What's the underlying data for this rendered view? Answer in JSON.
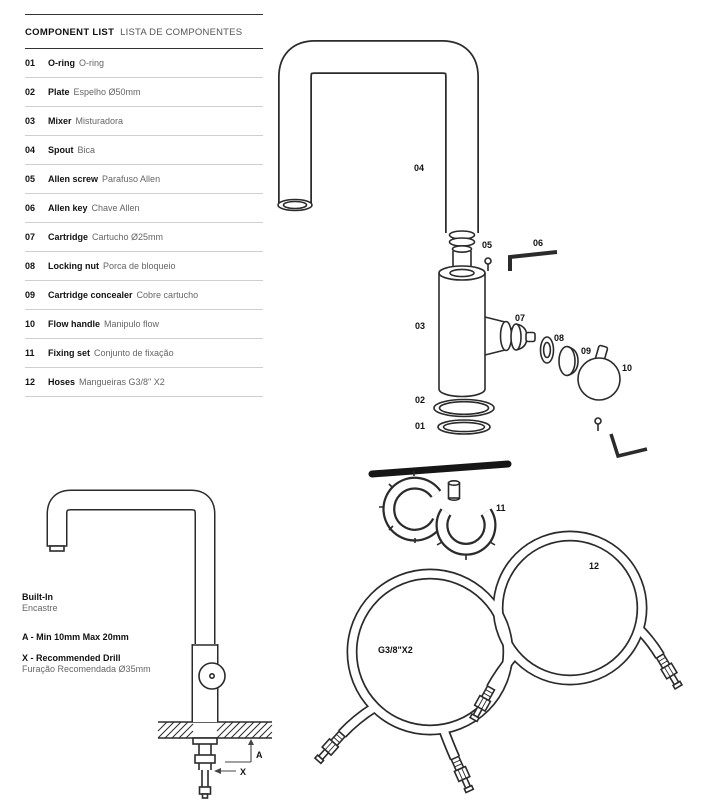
{
  "component_list": {
    "title_en": "COMPONENT LIST",
    "title_pt": "LISTA DE COMPONENTES",
    "items": [
      {
        "num": "01",
        "name_en": "O-ring",
        "name_pt": "O-ring"
      },
      {
        "num": "02",
        "name_en": "Plate",
        "name_pt": "Espelho Ø50mm"
      },
      {
        "num": "03",
        "name_en": "Mixer",
        "name_pt": "Misturadora"
      },
      {
        "num": "04",
        "name_en": "Spout",
        "name_pt": "Bica"
      },
      {
        "num": "05",
        "name_en": "Allen screw",
        "name_pt": "Parafuso Allen"
      },
      {
        "num": "06",
        "name_en": "Allen key",
        "name_pt": "Chave Allen"
      },
      {
        "num": "07",
        "name_en": "Cartridge",
        "name_pt": "Cartucho Ø25mm"
      },
      {
        "num": "08",
        "name_en": "Locking nut",
        "name_pt": "Porca de bloqueio"
      },
      {
        "num": "09",
        "name_en": "Cartridge concealer",
        "name_pt": "Cobre cartucho"
      },
      {
        "num": "10",
        "name_en": "Flow handle",
        "name_pt": "Manipulo flow"
      },
      {
        "num": "11",
        "name_en": "Fixing set",
        "name_pt": "Conjunto de fixação"
      },
      {
        "num": "12",
        "name_en": "Hoses",
        "name_pt": "Mangueiras G3/8\" X2"
      }
    ]
  },
  "exploded_view": {
    "labels": {
      "spout": "04",
      "allen_screw": "05",
      "allen_key": "06",
      "mixer": "03",
      "cartridge": "07",
      "locking_nut": "08",
      "cartridge_concealer": "09",
      "flow_handle": "10",
      "plate": "02",
      "o_ring": "01",
      "fixing_set": "11",
      "hoses": "12",
      "hose_spec": "G3/8\"X2"
    }
  },
  "installation": {
    "built_in_en": "Built-In",
    "built_in_pt": "Encastre",
    "dim_a": "A - Min 10mm Max 20mm",
    "dim_x_en": "X - Recommended Drill",
    "dim_x_pt": "Furação Recomendada Ø35mm",
    "label_a": "A",
    "label_x": "X"
  },
  "colors": {
    "line": "#2b2b2b",
    "text": "#111111",
    "muted": "#666666",
    "rule": "#cfcfcf",
    "rod_black": "#161616"
  }
}
